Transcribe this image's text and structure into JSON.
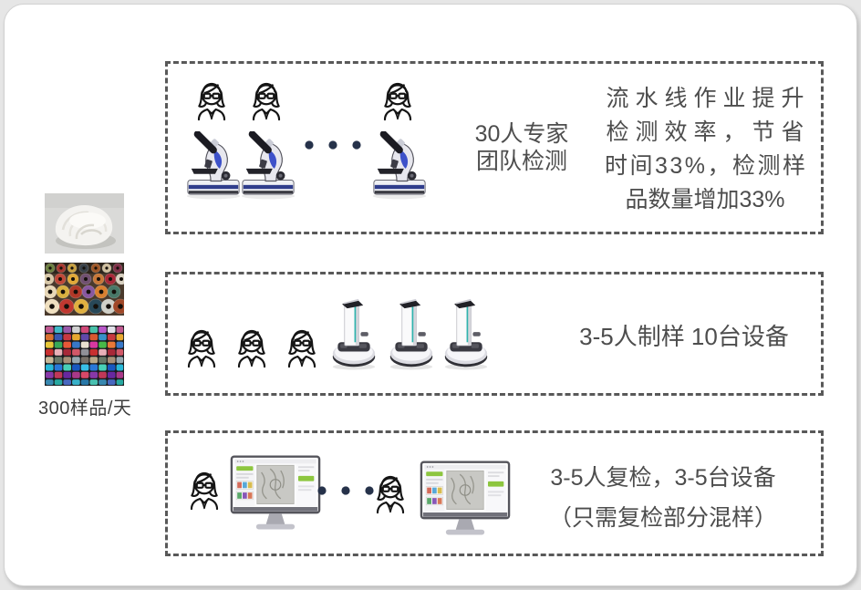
{
  "slide": {
    "caption": "300样品/天",
    "photo_names": [
      "wool-fiber",
      "yarn-cones",
      "knitted-fabric"
    ],
    "expert_box": {
      "label_lines": [
        "30人专家",
        "团队检测"
      ],
      "note_lines": [
        "流水线作业提升",
        "检测效率，节省",
        "时间33%，检测样",
        "品数量增加33%"
      ],
      "people_count": 3,
      "equipment": "microscope"
    },
    "prep_box": {
      "text": "3-5人制样 10台设备",
      "people_count": 3,
      "equipment": "sample-prep-machine"
    },
    "recheck_box": {
      "lines": [
        "3-5人复检，3-5台设备",
        "（只需复检部分混样）"
      ],
      "people_count": 2,
      "equipment": "analysis-monitor"
    },
    "icons": {
      "woman": "female-analyst-icon",
      "microscope": "microscope-icon",
      "device": "sample-prep-machine-icon",
      "monitor": "analysis-monitor-icon",
      "ellipsis": "ellipsis-dots-icon"
    },
    "colors": {
      "dash_border": "#595959",
      "text": "#4d4d4d",
      "ellipsis_dots": "#26324a",
      "microscope_blue": "#3d51c9",
      "device_teal": "#2fb3ad",
      "screen_green": "#8dc63f"
    }
  }
}
